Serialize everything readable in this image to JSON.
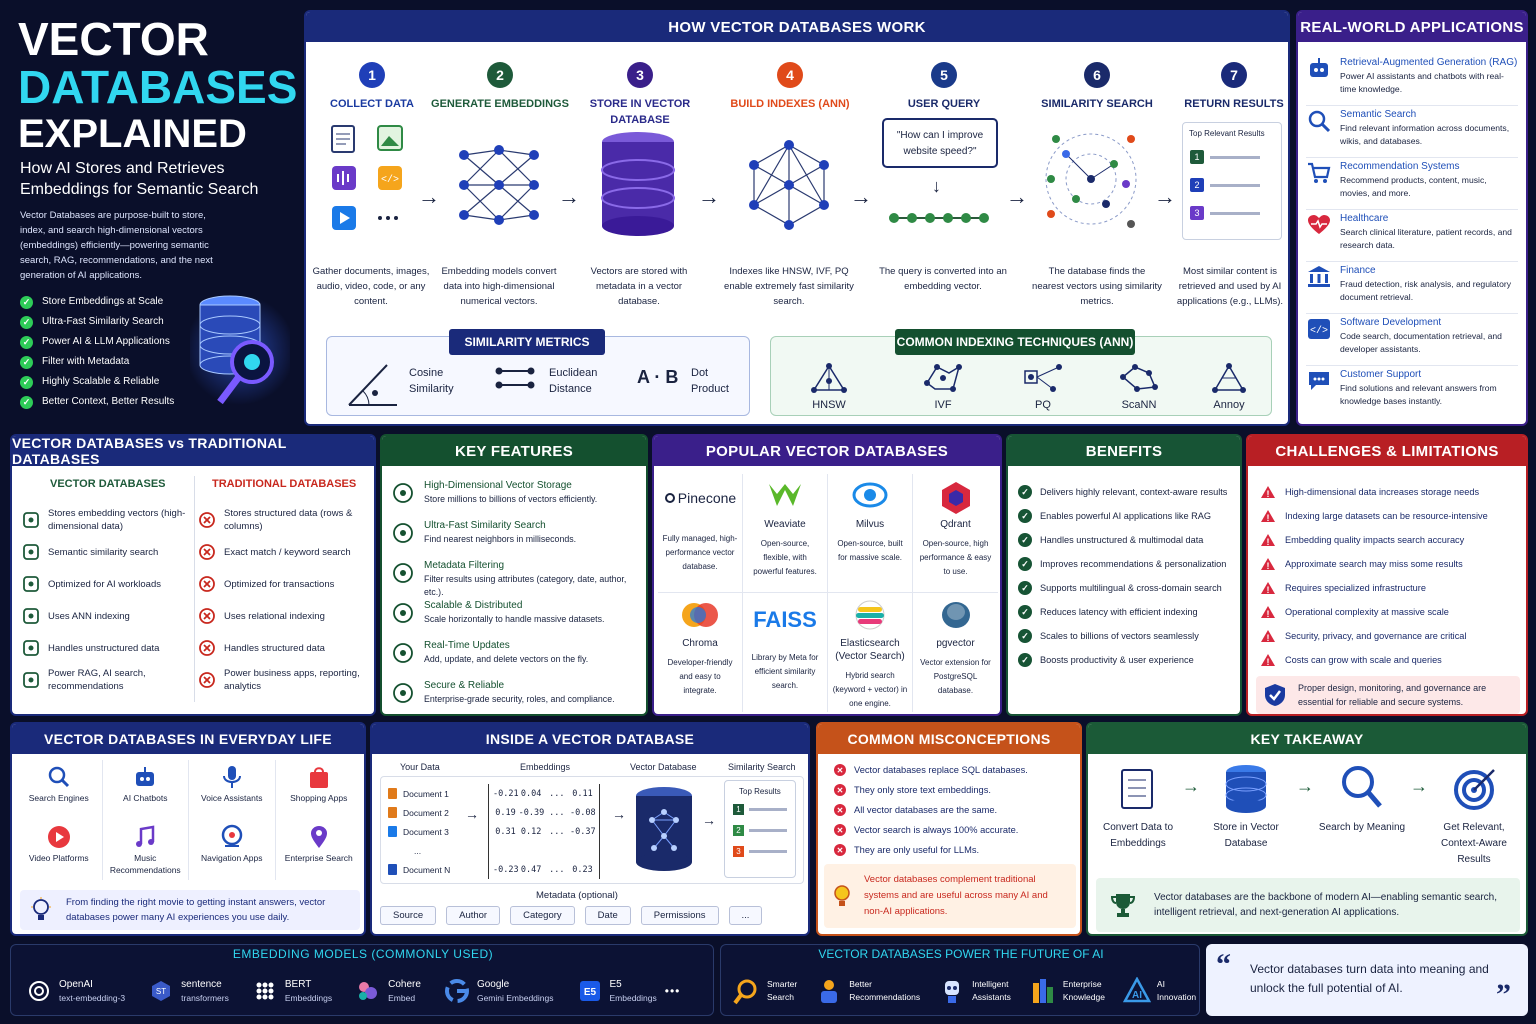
{
  "hero": {
    "title_line1": "VECTOR",
    "title_line2": "DATABASES",
    "title_line3": "EXPLAINED",
    "subtitle": "How AI Stores and Retrieves Embeddings for Semantic Search",
    "description": "Vector Databases are purpose-built to store, index, and search high-dimensional vectors (embeddings) efficiently—powering semantic search, RAG, recommendations, and the next generation of AI applications.",
    "checklist": [
      "Store Embeddings at Scale",
      "Ultra-Fast Similarity Search",
      "Power AI & LLM Applications",
      "Filter with Metadata",
      "Highly Scalable & Reliable",
      "Better Context, Better Results"
    ]
  },
  "how": {
    "title": "HOW VECTOR DATABASES WORK",
    "steps": [
      {
        "num": "1",
        "title": "COLLECT DATA",
        "desc": "Gather documents, images, audio, video, code, or any content.",
        "color": "#1f3fb8"
      },
      {
        "num": "2",
        "title": "GENERATE EMBEDDINGS",
        "desc": "Embedding models convert data into high-dimensional numerical vectors.",
        "color": "#1e5a3a"
      },
      {
        "num": "3",
        "title": "STORE IN VECTOR DATABASE",
        "desc": "Vectors are stored with metadata in a vector database.",
        "color": "#3a1f8a"
      },
      {
        "num": "4",
        "title": "BUILD INDEXES (ANN)",
        "desc": "Indexes like HNSW, IVF, PQ enable extremely fast similarity search.",
        "color": "#e04a1a"
      },
      {
        "num": "5",
        "title": "USER QUERY",
        "desc": "The query is converted into an embedding vector.",
        "color": "#1a3a8a"
      },
      {
        "num": "6",
        "title": "SIMILARITY SEARCH",
        "desc": "The database finds the nearest vectors using similarity metrics.",
        "color": "#1a2a6a"
      },
      {
        "num": "7",
        "title": "RETURN RESULTS",
        "desc": "Most similar content is retrieved and used by AI applications (e.g., LLMs).",
        "color": "#1a2a7a"
      }
    ],
    "query_text": "\"How can I improve website speed?\"",
    "results_title": "Top Relevant Results",
    "result_nums": [
      "1",
      "2",
      "3"
    ],
    "metrics_title": "SIMILARITY METRICS",
    "metrics": [
      {
        "label1": "Cosine",
        "label2": "Similarity"
      },
      {
        "label1": "Euclidean",
        "label2": "Distance"
      },
      {
        "symbol": "A · B",
        "label1": "Dot",
        "label2": "Product"
      }
    ],
    "indexing_title": "COMMON INDEXING TECHNIQUES (ANN)",
    "indexing": [
      "HNSW",
      "IVF",
      "PQ",
      "ScaNN",
      "Annoy"
    ]
  },
  "apps": {
    "title": "REAL-WORLD APPLICATIONS",
    "items": [
      {
        "title": "Retrieval-Augmented Generation (RAG)",
        "desc": "Power AI assistants and chatbots with real-time knowledge.",
        "icon": "robot-icon"
      },
      {
        "title": "Semantic Search",
        "desc": "Find relevant information across documents, wikis, and databases.",
        "icon": "magnifier-icon"
      },
      {
        "title": "Recommendation Systems",
        "desc": "Recommend products, content, music, movies, and more.",
        "icon": "cart-icon"
      },
      {
        "title": "Healthcare",
        "desc": "Search clinical literature, patient records, and research data.",
        "icon": "heart-icon"
      },
      {
        "title": "Finance",
        "desc": "Fraud detection, risk analysis, and regulatory document retrieval.",
        "icon": "bank-icon"
      },
      {
        "title": "Software Development",
        "desc": "Code search, documentation retrieval, and developer assistants.",
        "icon": "code-icon"
      },
      {
        "title": "Customer Support",
        "desc": "Find solutions and relevant answers from knowledge bases instantly.",
        "icon": "chat-icon"
      }
    ]
  },
  "vs": {
    "title": "VECTOR DATABASES vs TRADITIONAL DATABASES",
    "left_head": "VECTOR DATABASES",
    "right_head": "TRADITIONAL DATABASES",
    "left": [
      "Stores embedding vectors (high-dimensional data)",
      "Semantic similarity search",
      "Optimized for AI workloads",
      "Uses ANN indexing",
      "Handles unstructured data",
      "Power RAG, AI search, recommendations"
    ],
    "right": [
      "Stores structured data (rows & columns)",
      "Exact match / keyword search",
      "Optimized for transactions",
      "Uses relational indexing",
      "Handles structured data",
      "Power business apps, reporting, analytics"
    ]
  },
  "features": {
    "title": "KEY FEATURES",
    "items": [
      {
        "title": "High-Dimensional Vector Storage",
        "desc": "Store millions to billions of vectors efficiently."
      },
      {
        "title": "Ultra-Fast Similarity Search",
        "desc": "Find nearest neighbors in milliseconds."
      },
      {
        "title": "Metadata Filtering",
        "desc": "Filter results using attributes (category, date, author, etc.)."
      },
      {
        "title": "Scalable & Distributed",
        "desc": "Scale horizontally to handle massive datasets."
      },
      {
        "title": "Real-Time Updates",
        "desc": "Add, update, and delete vectors on the fly."
      },
      {
        "title": "Secure & Reliable",
        "desc": "Enterprise-grade security, roles, and compliance."
      }
    ]
  },
  "popular": {
    "title": "POPULAR VECTOR DATABASES",
    "items": [
      {
        "name": "Pinecone",
        "desc": "Fully managed, high-performance vector database."
      },
      {
        "name": "Weaviate",
        "desc": "Open-source, flexible, with powerful features."
      },
      {
        "name": "Milvus",
        "desc": "Open-source, built for massive scale."
      },
      {
        "name": "Qdrant",
        "desc": "Open-source, high performance & easy to use."
      },
      {
        "name": "Chroma",
        "desc": "Developer-friendly and easy to integrate."
      },
      {
        "name": "FAISS",
        "logo": "FAISS",
        "desc": "Library by Meta for efficient similarity search."
      },
      {
        "name": "Elasticsearch (Vector Search)",
        "desc": "Hybrid search (keyword + vector) in one engine."
      },
      {
        "name": "pgvector",
        "desc": "Vector extension for PostgreSQL database."
      }
    ]
  },
  "benefits": {
    "title": "BENEFITS",
    "items": [
      "Delivers highly relevant, context-aware results",
      "Enables powerful AI applications like RAG",
      "Handles unstructured & multimodal data",
      "Improves recommendations & personalization",
      "Supports multilingual & cross-domain search",
      "Reduces latency with efficient indexing",
      "Scales to billions of vectors seamlessly",
      "Boosts productivity & user experience"
    ]
  },
  "challenges": {
    "title": "CHALLENGES & LIMITATIONS",
    "items": [
      "High-dimensional data increases storage needs",
      "Indexing large datasets can be resource-intensive",
      "Embedding quality impacts search accuracy",
      "Approximate search may miss some results",
      "Requires specialized infrastructure",
      "Operational complexity at massive scale",
      "Security, privacy, and governance are critical",
      "Costs can grow with scale and queries"
    ],
    "note": "Proper design, monitoring, and governance are essential for reliable and secure systems."
  },
  "everyday": {
    "title": "VECTOR DATABASES IN EVERYDAY LIFE",
    "items": [
      "Search Engines",
      "AI Chatbots",
      "Voice Assistants",
      "Shopping Apps",
      "Video Platforms",
      "Music Recommendations",
      "Navigation Apps",
      "Enterprise Search"
    ],
    "note": "From finding the right movie to getting instant answers, vector databases power many AI experiences you use daily."
  },
  "inside": {
    "title": "INSIDE A VECTOR DATABASE",
    "col_data": "Your Data",
    "col_emb": "Embeddings",
    "col_db": "Vector Database",
    "col_search": "Similarity Search",
    "docs": [
      "Document 1",
      "Document 2",
      "Document 3",
      "...",
      "Document N"
    ],
    "rows": [
      [
        "-0.21",
        "0.04",
        "...",
        "0.11"
      ],
      [
        "0.19",
        "-0.39",
        "...",
        "-0.08"
      ],
      [
        "0.31",
        "0.12",
        "...",
        "-0.37"
      ],
      [
        "",
        "",
        "",
        ""
      ],
      [
        "-0.23",
        "0.47",
        "...",
        "0.23"
      ]
    ],
    "top_results": "Top Results",
    "result_nums": [
      "1",
      "2",
      "3"
    ],
    "metadata_title": "Metadata (optional)",
    "metadata": [
      "Source",
      "Author",
      "Category",
      "Date",
      "Permissions",
      "..."
    ]
  },
  "misconceptions": {
    "title": "COMMON MISCONCEPTIONS",
    "items": [
      "Vector databases replace SQL databases.",
      "They only store text embeddings.",
      "All vector databases are the same.",
      "Vector search is always 100% accurate.",
      "They are only useful for LLMs."
    ],
    "note": "Vector databases complement traditional systems and are useful across many AI and non-AI applications."
  },
  "takeaway": {
    "title": "KEY TAKEAWAY",
    "steps": [
      "Convert Data to Embeddings",
      "Store in Vector Database",
      "Search by Meaning",
      "Get Relevant, Context-Aware Results"
    ],
    "note": "Vector databases are the backbone of modern AI—enabling semantic search, intelligent retrieval, and next-generation AI applications."
  },
  "models": {
    "title": "EMBEDDING MODELS (COMMONLY USED)",
    "items": [
      {
        "name": "OpenAI",
        "sub": "text-embedding-3"
      },
      {
        "name": "sentence",
        "sub": "transformers"
      },
      {
        "name": "BERT",
        "sub": "Embeddings"
      },
      {
        "name": "Cohere",
        "sub": "Embed"
      },
      {
        "name": "Google",
        "sub": "Gemini Embeddings"
      },
      {
        "name": "E5",
        "sub": "Embeddings"
      }
    ],
    "more": "•••"
  },
  "future": {
    "title": "VECTOR DATABASES POWER THE FUTURE OF AI",
    "items": [
      {
        "l1": "Smarter",
        "l2": "Search"
      },
      {
        "l1": "Better",
        "l2": "Recommendations"
      },
      {
        "l1": "Intelligent",
        "l2": "Assistants"
      },
      {
        "l1": "Enterprise",
        "l2": "Knowledge"
      },
      {
        "l1": "",
        "l2": "AI Innovation"
      }
    ]
  },
  "quote": {
    "text": "Vector databases turn data into meaning and unlock the full potential of AI."
  }
}
